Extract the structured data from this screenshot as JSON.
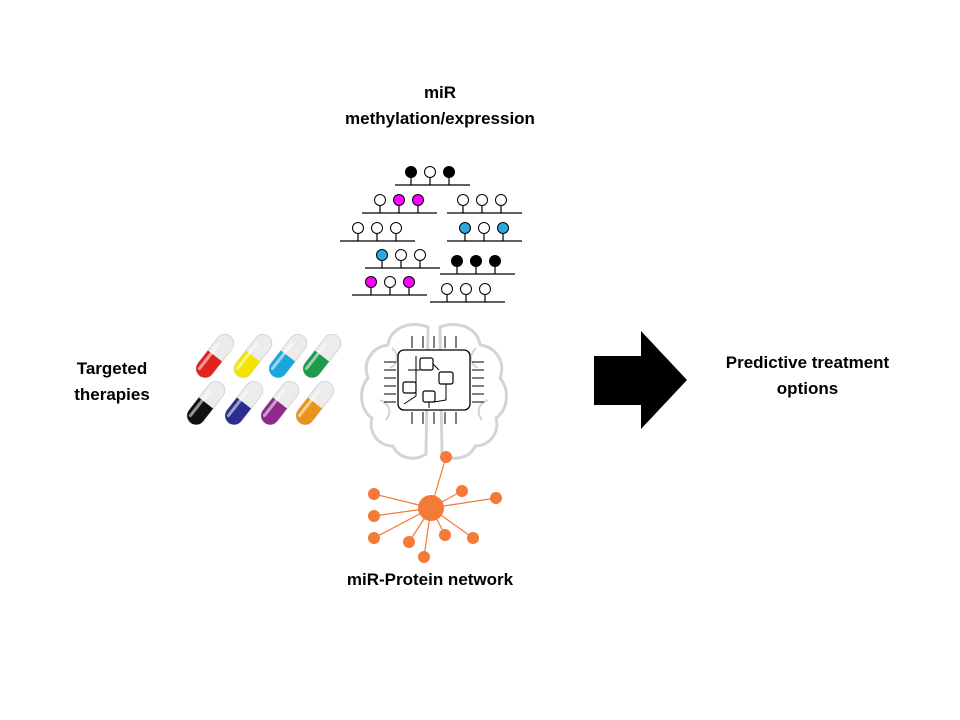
{
  "labels": {
    "methylation": [
      "miR",
      "methylation/expression"
    ],
    "therapies": [
      "Targeted",
      "therapies"
    ],
    "network": "miR-Protein network",
    "predictive": [
      "Predictive treatment",
      "options"
    ]
  },
  "icons": {
    "methylation_panel": "methylation-lollipop-icon",
    "pills": "capsule-icon",
    "brain": "brain-chip-icon",
    "network": "hub-network-icon",
    "arrow": "right-arrow-icon"
  },
  "methylation_rows": [
    [
      "filled",
      "open",
      "filled"
    ],
    [
      "open",
      "magenta",
      "magenta"
    ],
    [
      "open",
      "open",
      "open"
    ],
    [
      "open",
      "open",
      "open"
    ],
    [
      "cyan",
      "open",
      "cyan"
    ],
    [
      "cyan",
      "open",
      "open"
    ],
    [
      "filled",
      "filled",
      "filled"
    ],
    [
      "magenta",
      "open",
      "magenta"
    ],
    [
      "open",
      "open",
      "open"
    ]
  ],
  "capsule_colors": [
    "#e0231f",
    "#f2e600",
    "#1aa6dd",
    "#1f9a4a",
    "#111111",
    "#2b2d8f",
    "#8e2a8c",
    "#e8951e"
  ],
  "colors": {
    "methyl_filled": "#000000",
    "methyl_magenta": "#ff00ff",
    "methyl_cyan": "#2ba9de",
    "network": "#f47a38",
    "brain_outline": "#d4d4d4",
    "arrow": "#000000"
  }
}
